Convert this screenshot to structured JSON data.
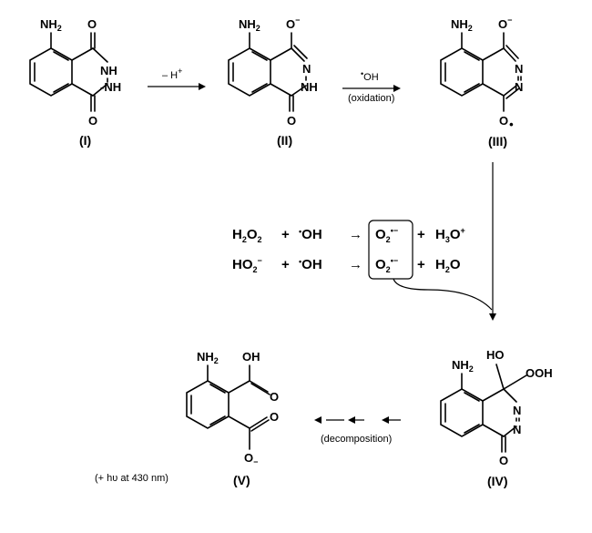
{
  "compounds": {
    "I": {
      "label": "(I)",
      "nh2": "NH2",
      "o_top": "O",
      "o_bottom": "O",
      "nh1": "NH",
      "nh2b": "NH"
    },
    "II": {
      "label": "(II)",
      "nh2": "NH2",
      "o_top": "O−",
      "n": "N",
      "nh": "NH",
      "o_bottom": "O"
    },
    "III": {
      "label": "(III)",
      "nh2": "NH2",
      "o_top": "O−",
      "n1": "N",
      "n2": "N",
      "o_bottom": "O•"
    },
    "IV": {
      "label": "(IV)",
      "nh2": "NH2",
      "ho": "HO",
      "ooh": "OOH",
      "n1": "N",
      "n2": "N",
      "o_bottom": "O"
    },
    "V": {
      "label": "(V)",
      "nh2": "NH2",
      "oh": "OH",
      "o1": "O",
      "o2": "O",
      "o_minus": "O−"
    }
  },
  "arrows": {
    "step1": "− H+",
    "step2_top": "•OH",
    "step2_bottom": "(oxidation)",
    "step4": "(decomposition)"
  },
  "equations": {
    "eq1": {
      "left1": "H2O2",
      "plus1": "+",
      "left2": "•OH",
      "arrow": "→",
      "prod1": "O2•−",
      "plus2": "+",
      "prod2": "H3O+"
    },
    "eq2": {
      "left1": "HO2−",
      "plus1": "+",
      "left2": "•OH",
      "arrow": "→",
      "prod1": "O2•−",
      "plus2": "+",
      "prod2": "H2O"
    }
  },
  "emission_note": "(+ hυ at 430 nm)"
}
